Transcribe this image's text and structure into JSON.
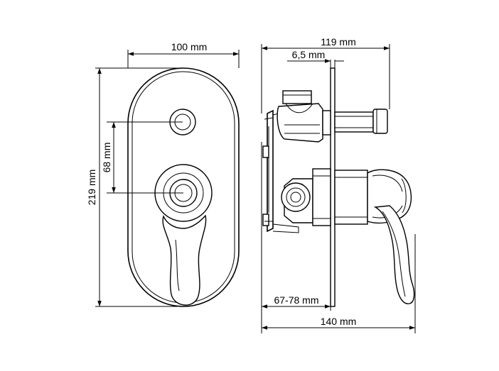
{
  "dimensions": {
    "front_width": "100 mm",
    "front_height": "219 mm",
    "control_spacing": "68 mm",
    "side_top_depth": "119 mm",
    "plate_thickness": "6,5 mm",
    "install_depth": "67-78 mm",
    "total_depth": "140 mm"
  }
}
